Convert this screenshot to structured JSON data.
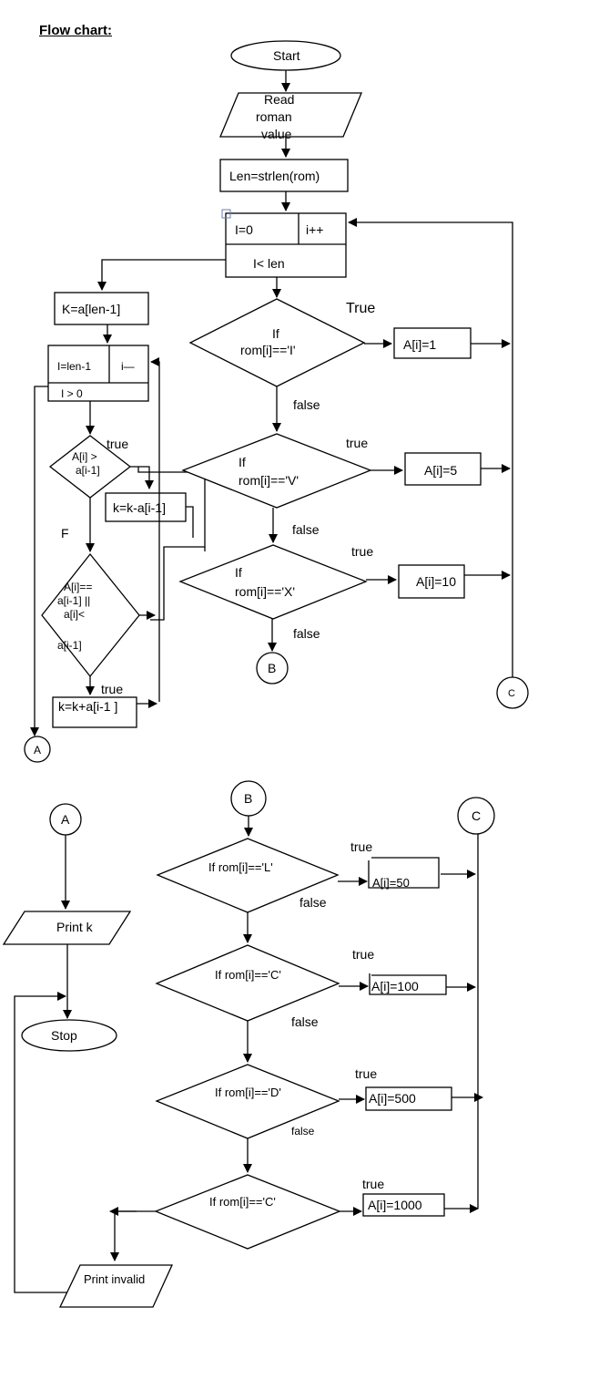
{
  "heading": "Flow chart:",
  "top": {
    "start": "Start",
    "read": [
      "Read",
      "roman",
      "value"
    ],
    "len": "Len=strlen(rom)",
    "loop_init": "I=0",
    "loop_inc": "i++",
    "loop_cond": "I< len",
    "k_init": "K=a[len-1]",
    "inner_init": "I=len-1",
    "inner_inc": "i—",
    "inner_cond": "I > 0",
    "cmp1": [
      "A[i] >",
      "a[i-1]"
    ],
    "cmp1_true": "true",
    "k_minus": "k=k-a[i-1]",
    "f_label": "F",
    "cmp2": [
      "A[i]==",
      "a[i-1] ||",
      "a[i]<",
      "a[i-1]"
    ],
    "cmp2_true": "true",
    "k_plus": "k=k+a[i-1 ]",
    "conn_a": "A",
    "if_i": [
      "If",
      "rom[i]=='I'"
    ],
    "if_i_true": "True",
    "assign_i": "A[i]=1",
    "if_i_false": "false",
    "if_v": [
      "If",
      "rom[i]=='V'"
    ],
    "if_v_true": "true",
    "assign_v": "A[i]=5",
    "if_v_false": "false",
    "if_x": [
      "If",
      "rom[i]=='X'"
    ],
    "if_x_true": "true",
    "assign_x": "A[i]=10",
    "if_x_false": "false",
    "conn_b": "B",
    "conn_c": "C"
  },
  "bottom": {
    "conn_a": "A",
    "print_k": "Print k",
    "stop": "Stop",
    "conn_b": "B",
    "conn_c": "C",
    "if_l": "If rom[i]=='L'",
    "if_l_true": "true",
    "if_l_false": "false",
    "assign_l": "A[i]=50",
    "if_c": "If rom[i]=='C'",
    "if_c_true": "true",
    "if_c_false": "false",
    "assign_c": "A[i]=100",
    "if_d": "If rom[i]=='D'",
    "if_d_true": "true",
    "if_d_false": "false",
    "assign_d": "A[i]=500",
    "if_m": "If rom[i]=='C'",
    "if_m_true": "true",
    "assign_m": "A[i]=1000",
    "print_invalid": "Print invalid"
  }
}
